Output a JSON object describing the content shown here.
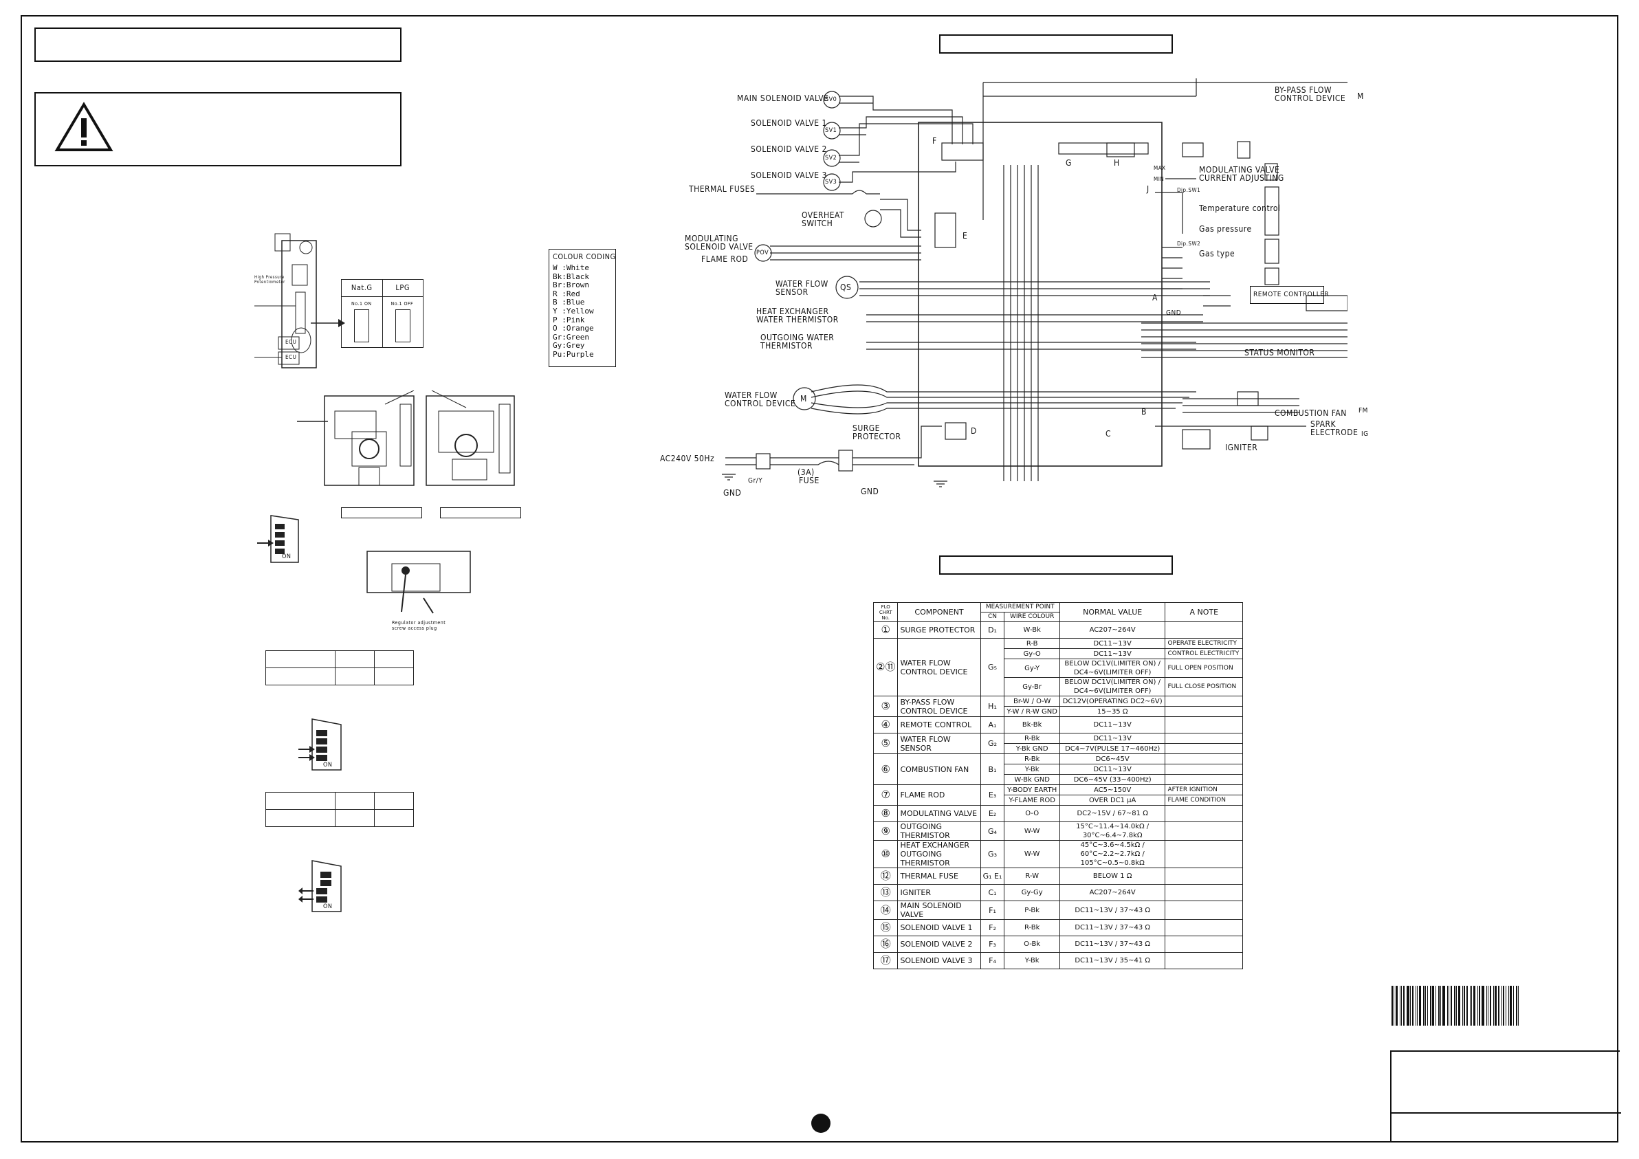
{
  "colour_coding": {
    "title": "COLOUR CODING",
    "items": [
      "W :White",
      "Bk:Black",
      "Br:Brown",
      "R :Red",
      "B :Blue",
      "Y :Yellow",
      "P :Pink",
      "O :Orange",
      "Gr:Green",
      "Gy:Grey",
      "Pu:Purple"
    ]
  },
  "left": {
    "potentiometer": "High Pressure Potentiometer",
    "gas_table": {
      "headers": [
        "Nat.G",
        "LPG"
      ],
      "natg": "No.1 ON",
      "lpg": "No.1 OFF"
    },
    "ecu1": "ECU",
    "ecu2": "ECU",
    "on": "ON",
    "regulator": "Regulator adjustment screw access plug"
  },
  "wiring": {
    "left_labels": {
      "main_sv": "MAIN SOLENOID VALVE",
      "sv1": "SOLENOID VALVE 1",
      "sv2": "SOLENOID VALVE 2",
      "sv3": "SOLENOID VALVE 3",
      "thermal_fuses": "THERMAL FUSES",
      "overheat": "OVERHEAT",
      "switch": "SWITCH",
      "mod_valve_1": "MODULATING",
      "mod_valve_2": "SOLENOID VALVE",
      "flame_rod": "FLAME ROD",
      "water_flow_1": "WATER FLOW",
      "water_flow_2": "SENSOR",
      "hex_1": "HEAT EXCHANGER",
      "hex_2": "WATER THERMISTOR",
      "out_1": "OUTGOING WATER",
      "out_2": "THERMISTOR",
      "wfcd_1": "WATER FLOW",
      "wfcd_2": "CONTROL DEVICE",
      "ac": "AC240V 50Hz",
      "fuse": "FUSE",
      "fuse_val": "(3A)",
      "surge_1": "SURGE",
      "surge_2": "PROTECTOR",
      "gnd": "GND",
      "gry": "Gr/Y"
    },
    "right_labels": {
      "bypass_1": "BY-PASS FLOW",
      "bypass_2": "CONTROL DEVICE",
      "modv_1": "MODULATING VALVE",
      "modv_2": "CURRENT ADJUSTING",
      "max": "MAX",
      "min": "MIN",
      "temp": "Temperature control",
      "gas_pressure": "Gas pressure",
      "gas_type": "Gas type",
      "dip1": "Dip.SW1",
      "dip2": "Dip.SW2",
      "remote": "REMOTE CONTROLLER",
      "status": "STATUS MONITOR",
      "fan": "COMBUSTION FAN",
      "spark_1": "SPARK",
      "spark_2": "ELECTRODE",
      "igniter": "IGNITER",
      "gnd": "GND"
    },
    "connectors": {
      "f": "F",
      "g": "G",
      "h": "H",
      "j": "J",
      "e": "E",
      "d": "D",
      "a": "A",
      "b": "B",
      "c": "C",
      "sv0": "SV0",
      "sv1": "SV1",
      "sv2": "SV2",
      "sv3": "SV3",
      "pov": "POV",
      "qs": "QS",
      "m": "M",
      "fm": "FM",
      "ig": "IG"
    }
  },
  "table": {
    "headers": {
      "no": "FLO CHRT No.",
      "component": "COMPONENT",
      "mp": "MEASUREMENT POINT",
      "cn": "CN",
      "wire": "WIRE COLOUR",
      "normal": "NORMAL VALUE",
      "note": "A NOTE"
    },
    "rows": [
      {
        "no": "①",
        "component": "SURGE PROTECTOR",
        "cn": "D₁",
        "sub": [
          {
            "wire": "W-Bk",
            "value": "AC207~264V",
            "note": ""
          }
        ]
      },
      {
        "no": "②⑪",
        "component": "WATER FLOW CONTROL DEVICE",
        "cn": "G₅",
        "sub": [
          {
            "wire": "R-B",
            "value": "DC11~13V",
            "note": "OPERATE ELECTRICITY"
          },
          {
            "wire": "Gy-O",
            "value": "DC11~13V",
            "note": "CONTROL ELECTRICITY"
          },
          {
            "wire": "Gy-Y",
            "value": "BELOW DC1V(LIMITER ON) / DC4~6V(LIMITER OFF)",
            "note": "FULL OPEN POSITION"
          },
          {
            "wire": "Gy-Br",
            "value": "BELOW DC1V(LIMITER ON) / DC4~6V(LIMITER OFF)",
            "note": "FULL CLOSE POSITION"
          }
        ]
      },
      {
        "no": "③",
        "component": "BY-PASS FLOW CONTROL DEVICE",
        "cn": "H₁",
        "sub": [
          {
            "wire": "Br-W / O-W",
            "value": "DC12V(OPERATING DC2~6V)",
            "note": ""
          },
          {
            "wire": "Y-W / R-W GND",
            "value": "15~35 Ω",
            "note": ""
          }
        ]
      },
      {
        "no": "④",
        "component": "REMOTE CONTROL",
        "cn": "A₁",
        "sub": [
          {
            "wire": "Bk-Bk",
            "value": "DC11~13V",
            "note": ""
          }
        ]
      },
      {
        "no": "⑤",
        "component": "WATER FLOW SENSOR",
        "cn": "G₂",
        "sub": [
          {
            "wire": "R-Bk",
            "value": "DC11~13V",
            "note": ""
          },
          {
            "wire": "Y-Bk GND",
            "value": "DC4~7V(PULSE 17~460Hz)",
            "note": ""
          }
        ]
      },
      {
        "no": "⑥",
        "component": "COMBUSTION FAN",
        "cn": "B₁",
        "sub": [
          {
            "wire": "R-Bk",
            "value": "DC6~45V",
            "note": ""
          },
          {
            "wire": "Y-Bk",
            "value": "DC11~13V",
            "note": ""
          },
          {
            "wire": "W-Bk GND",
            "value": "DC6~45V (33~400Hz)",
            "note": ""
          }
        ]
      },
      {
        "no": "⑦",
        "component": "FLAME ROD",
        "cn": "E₃",
        "sub": [
          {
            "wire": "Y-BODY EARTH",
            "value": "AC5~150V",
            "note": "AFTER IGNITION"
          },
          {
            "wire": "Y-FLAME ROD",
            "value": "OVER DC1 μA",
            "note": "FLAME CONDITION"
          }
        ]
      },
      {
        "no": "⑧",
        "component": "MODULATING VALVE",
        "cn": "E₂",
        "sub": [
          {
            "wire": "O-O",
            "value": "DC2~15V / 67~81 Ω",
            "note": ""
          }
        ]
      },
      {
        "no": "⑨",
        "component": "OUTGOING THERMISTOR",
        "cn": "G₄",
        "sub": [
          {
            "wire": "W-W",
            "value": "15°C~11.4~14.0kΩ / 30°C~6.4~7.8kΩ",
            "note": ""
          }
        ]
      },
      {
        "no": "⑩",
        "component": "HEAT EXCHANGER OUTGOING THERMISTOR",
        "cn": "G₃",
        "sub": [
          {
            "wire": "W-W",
            "value": "45°C~3.6~4.5kΩ / 60°C~2.2~2.7kΩ / 105°C~0.5~0.8kΩ",
            "note": ""
          }
        ]
      },
      {
        "no": "⑫",
        "component": "THERMAL FUSE",
        "cn": "G₁ E₁",
        "sub": [
          {
            "wire": "R-W",
            "value": "BELOW 1 Ω",
            "note": ""
          }
        ]
      },
      {
        "no": "⑬",
        "component": "IGNITER",
        "cn": "C₁",
        "sub": [
          {
            "wire": "Gy-Gy",
            "value": "AC207~264V",
            "note": ""
          }
        ]
      },
      {
        "no": "⑭",
        "component": "MAIN SOLENOID VALVE",
        "cn": "F₁",
        "sub": [
          {
            "wire": "P-Bk",
            "value": "DC11~13V / 37~43 Ω",
            "note": ""
          }
        ]
      },
      {
        "no": "⑮",
        "component": "SOLENOID VALVE 1",
        "cn": "F₂",
        "sub": [
          {
            "wire": "R-Bk",
            "value": "DC11~13V / 37~43 Ω",
            "note": ""
          }
        ]
      },
      {
        "no": "⑯",
        "component": "SOLENOID VALVE 2",
        "cn": "F₃",
        "sub": [
          {
            "wire": "O-Bk",
            "value": "DC11~13V / 37~43 Ω",
            "note": ""
          }
        ]
      },
      {
        "no": "⑰",
        "component": "SOLENOID VALVE 3",
        "cn": "F₄",
        "sub": [
          {
            "wire": "Y-Bk",
            "value": "DC11~13V / 35~41 Ω",
            "note": ""
          }
        ]
      }
    ]
  }
}
